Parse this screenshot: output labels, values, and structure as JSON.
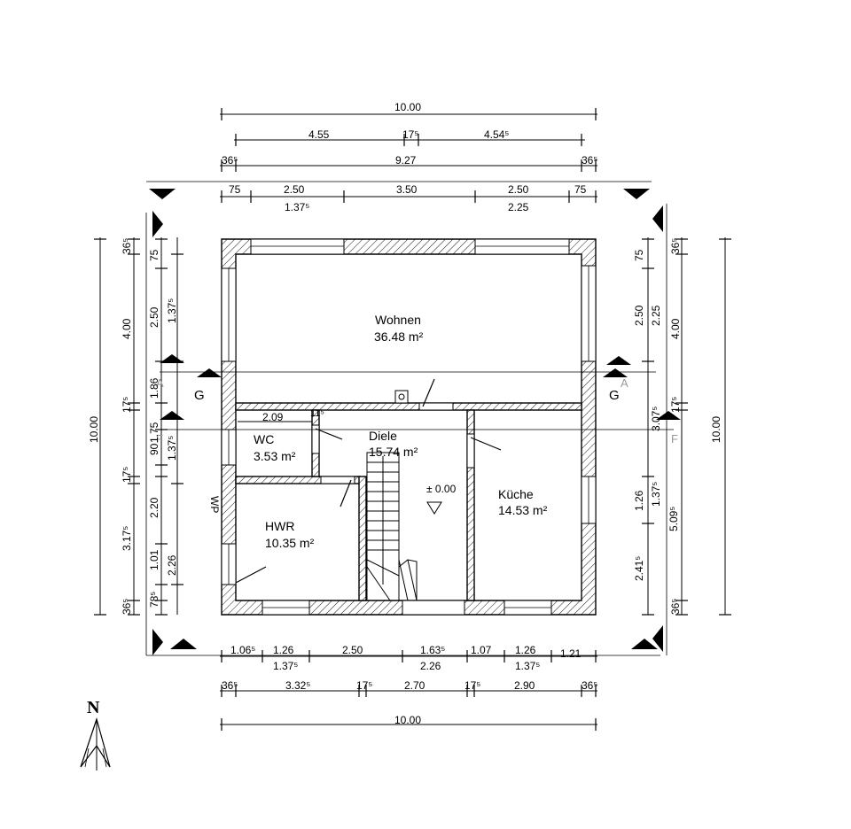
{
  "plan": {
    "rooms": [
      {
        "id": "wohnen",
        "name": "Wohnen",
        "area": "36.48 m²"
      },
      {
        "id": "diele",
        "name": "Diele",
        "area": "15.74 m²"
      },
      {
        "id": "wc",
        "name": "WC",
        "area": "3.53 m²"
      },
      {
        "id": "kueche",
        "name": "Küche",
        "area": "14.53 m²"
      },
      {
        "id": "hwr",
        "name": "HWR",
        "area": "10.35 m²"
      }
    ],
    "level_label": "± 0.00",
    "wp_label": "WP",
    "section_g": "G",
    "section_a": "A",
    "section_f": "F",
    "north": "N",
    "dims_top": {
      "overall": "10.00",
      "row2": [
        "4.55",
        "17⁵",
        "4.54⁵"
      ],
      "row3": [
        "36⁵",
        "9.27",
        "36⁵"
      ],
      "row4": [
        "75",
        "2.50",
        "3.50",
        "2.50",
        "75"
      ],
      "row5": [
        "1.37⁵",
        "2.25"
      ]
    },
    "dims_bottom": {
      "row1": [
        "1.06⁵",
        "1.26",
        "2.50",
        "1.63⁵",
        "1.07",
        "1.26",
        "1.21"
      ],
      "row2": [
        "1.37⁵",
        "2.26",
        "1.37⁵"
      ],
      "row3": [
        "36⁵",
        "3.32⁵",
        "17⁵",
        "2.70",
        "17⁵",
        "2.90",
        "36⁵"
      ],
      "overall": "10.00"
    },
    "dims_left": {
      "overall": "10.00",
      "col2": [
        "36⁵",
        "4.00",
        "17⁵",
        "17⁵",
        "3.17⁵",
        "36⁵"
      ],
      "col3": [
        "75",
        "2.50",
        "1.86",
        "1.75",
        "90",
        "2.20",
        "1.01",
        "78⁵"
      ],
      "col4": [
        "1.37⁵",
        "1.37⁵",
        "2.26"
      ]
    },
    "dims_right": {
      "overall": "10.00",
      "col1": [
        "75",
        "2.50",
        "1.26",
        "2.41⁵"
      ],
      "col2": [
        "2.25",
        "3.07⁵",
        "1.37⁵",
        "5.09⁵"
      ],
      "col3": [
        "36⁵",
        "4.00",
        "17⁵",
        "36⁵"
      ]
    },
    "dims_inner": [
      "2.09",
      "11⁵"
    ]
  }
}
